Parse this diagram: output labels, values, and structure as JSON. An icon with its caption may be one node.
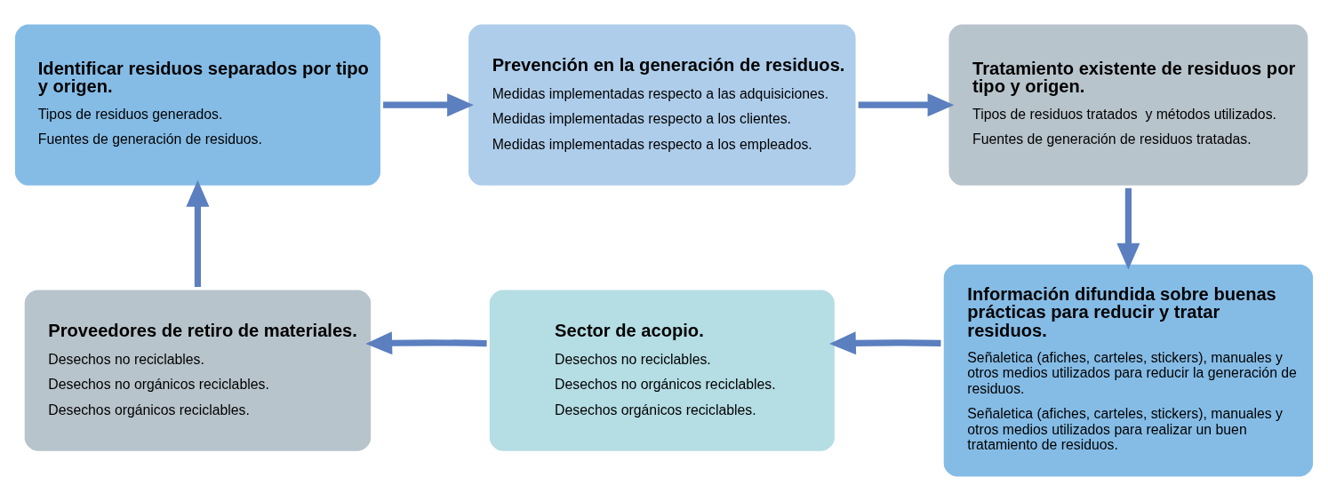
{
  "diagram": {
    "nodes": [
      {
        "text": [
          "Identificar residuos separados por tipo y origen.",
          "Tipos de residuos generados.",
          "Fuentes de generación de residuos."
        ]
      },
      {
        "text": [
          "Prevención en la generación de residuos.",
          "Medidas implementadas respecto a las adquisiciones.",
          "Medidas implementadas respecto a los clientes.",
          "Medidas implementadas respecto a los empleados."
        ]
      },
      {
        "text": [
          "Tratamiento existente de residuos por tipo y origen.",
          "Tipos de residuos tratados  y métodos utilizados.",
          "Fuentes de generación de residuos tratadas."
        ]
      },
      {
        "text": [
          "Proveedores de retiro de materiales.",
          "Desechos no reciclables.",
          "Desechos no orgánicos reciclables.",
          "Desechos orgánicos reciclables."
        ]
      },
      {
        "text": [
          "Sector de acopio.",
          "Desechos no reciclables.",
          "Desechos no orgánicos reciclables.",
          "Desechos orgánicos reciclables."
        ]
      },
      {
        "text": [
          "Información difundida sobre buenas prácticas para reducir y tratar residuos.",
          "Señaletica (afiches, carteles, stickers), manuales y otros medios utilizados para reducir la generación de residuos.",
          "Señaletica (afiches, carteles, stickers), manuales y otros medios utilizados para realizar un buen tratamiento de residuos."
        ]
      }
    ],
    "edges": [
      {
        "from": 0,
        "to": 1,
        "arrow": "to"
      },
      {
        "from": 1,
        "to": 2,
        "arrow": "to"
      },
      {
        "from": 2,
        "to": 5,
        "arrow": "to"
      },
      {
        "from": 5,
        "to": 4,
        "arrow": "to"
      },
      {
        "from": 4,
        "to": 3,
        "arrow": "to"
      },
      {
        "from": 3,
        "to": 0,
        "arrow": "to"
      }
    ]
  }
}
